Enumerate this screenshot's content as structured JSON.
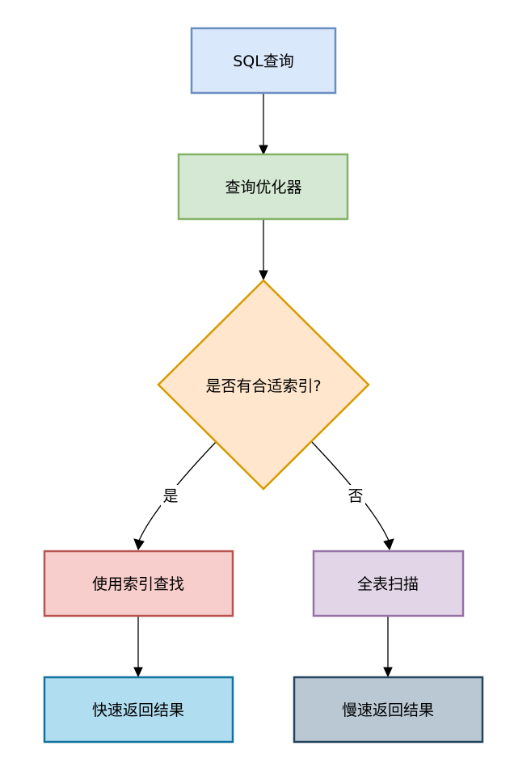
{
  "diagram": {
    "nodes": {
      "sql_query": {
        "label": "SQL查询",
        "fill": "#dae8fc",
        "stroke": "#6c8ebf"
      },
      "optimizer": {
        "label": "查询优化器",
        "fill": "#d5e8d4",
        "stroke": "#82b366"
      },
      "decision": {
        "label": "是否有合适索引?",
        "fill": "#ffe6cc",
        "stroke": "#d79b00"
      },
      "use_index": {
        "label": "使用索引查找",
        "fill": "#f8cecc",
        "stroke": "#b85450"
      },
      "full_scan": {
        "label": "全表扫描",
        "fill": "#e1d5e7",
        "stroke": "#9673a6"
      },
      "fast_result": {
        "label": "快速返回结果",
        "fill": "#b1ddf0",
        "stroke": "#10739e"
      },
      "slow_result": {
        "label": "慢速返回结果",
        "fill": "#bac8d3",
        "stroke": "#23445d"
      }
    },
    "edges": {
      "yes_label": "是",
      "no_label": "否"
    }
  }
}
